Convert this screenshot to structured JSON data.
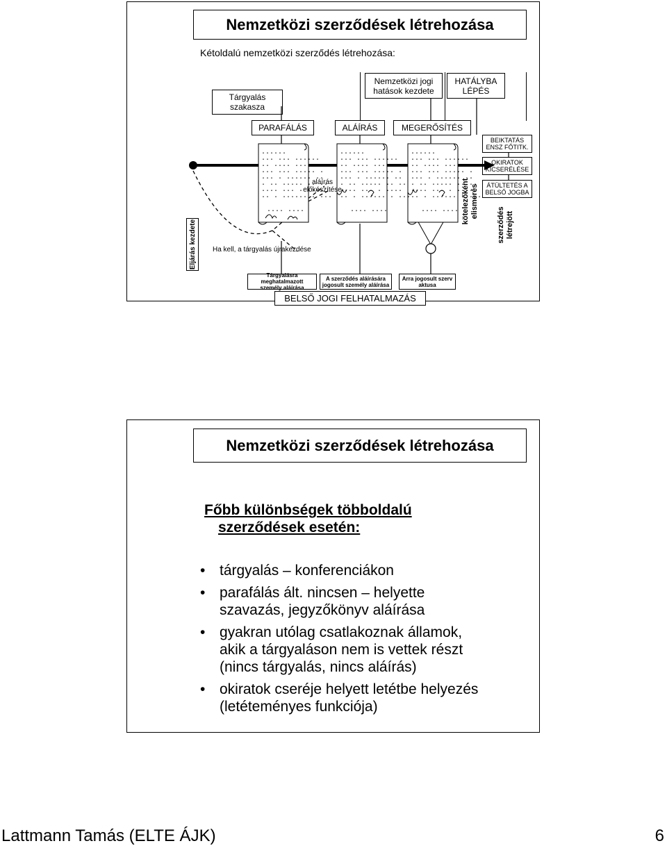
{
  "slide1": {
    "title": "Nemzetközi szerződések létrehozása",
    "subtitle": "Kétoldalú nemzetközi szerződés létrehozása:",
    "header_boxes": {
      "targyalas_szakasza": "Tárgyalás\nszakasza",
      "nemzetkozi_jogi_hatasok": "Nemzetközi jogi\nhatások kezdete",
      "hatalyba_lepes": "HATÁLYBA\nLÉPÉS"
    },
    "stages": {
      "parafalas": "PARAFÁLÁS",
      "alairas": "ALÁÍRÁS",
      "megerosites": "MEGERŐSÍTÉS"
    },
    "right_boxes": {
      "beiktatas": "BEIKTATÁS\nENSZ FŐTITK.",
      "okiratok": "OKIRATOK\nKICSERÉLÉSE",
      "atultetes": "ÁTÜLTETÉS A\nBELSŐ JOGBA"
    },
    "vertical_labels": {
      "eljaras_kezdete": "Eljárás kezdete",
      "kotelezokent_elismeres": "kötelezőként\nelismerés",
      "szerzodes_letrejott": "szerződés\nlétrejött"
    },
    "alairas_elokeszitese": "aláírás\nelőkészítése",
    "ha_kell": "Ha kell, a tárgyalás újrakezdése",
    "bottom_boxes": {
      "targyalasra": "Tárgyalásra meghatalmazott\nszemély aláírása",
      "szerzodes_alairasara": "A szerződés aláírására\njogosult személy aláírása",
      "arra_jogosult": "Arra jogosult szerv\naktusa"
    },
    "belso_jogi": "BELSŐ JOGI FELHATALMAZÁS",
    "scroll_text": "......\n... ... ......\n.. .... ... ...\n... ... ..... .\n... . ...... ..\n. .. ..... .. ..\n.... ... . ....\n.. . ...... . ...",
    "scroll_sign": ".... ...."
  },
  "slide2": {
    "title": "Nemzetközi szerződések létrehozása",
    "heading_line1": "Főbb különbségek többoldalú",
    "heading_line2": "szerződések esetén:",
    "bullet_char": "•",
    "bullets": [
      [
        "tárgyalás – konferenciákon"
      ],
      [
        "parafálás ált. nincsen – helyette",
        "szavazás, jegyzőkönyv aláírása"
      ],
      [
        "gyakran utólag csatlakoznak államok,",
        "akik a tárgyaláson nem is vettek részt",
        "(nincs tárgyalás, nincs aláírás)"
      ],
      [
        "okiratok cseréje helyett letétbe helyezés",
        "(letéteményes funkciója)"
      ]
    ]
  },
  "footer": {
    "author": "Lattmann Tamás (ELTE ÁJK)",
    "page_number": "6"
  }
}
